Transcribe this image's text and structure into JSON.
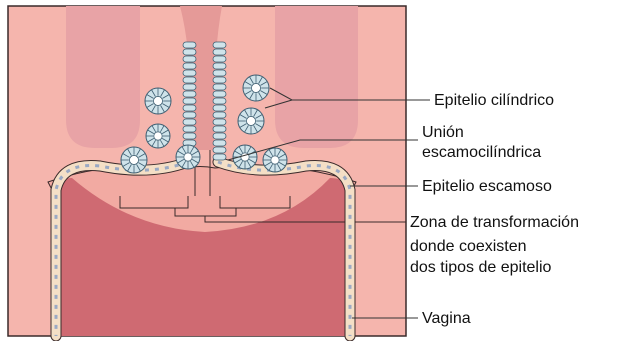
{
  "diagram": {
    "labels": {
      "columnar_epithelium": "Epitelio cilíndrico",
      "junction_line1": "Unión",
      "junction_line2": "escamocilíndrica",
      "squamous_epithelium": "Epitelio escamoso",
      "transformation_zone_line1": "Zona de transformación",
      "transformation_zone_line2": "donde coexisten",
      "transformation_zone_line3": "dos tipos de epitelio",
      "vagina": "Vagina"
    },
    "colors": {
      "background": "#f5b5ad",
      "uterus_tissue": "#e59a98",
      "pale_lobes": "#e8a3a6",
      "vaginal_canal": "#cf6a72",
      "transformation_zone": "#f2aaa2",
      "columnar_cell_fill": "#cfe3ea",
      "columnar_cell_stroke": "#3f5f72",
      "squamous_cell_fill": "#f4dfc6",
      "squamous_nucleus": "#9aa9c4",
      "outline": "#3a2a2a"
    }
  }
}
